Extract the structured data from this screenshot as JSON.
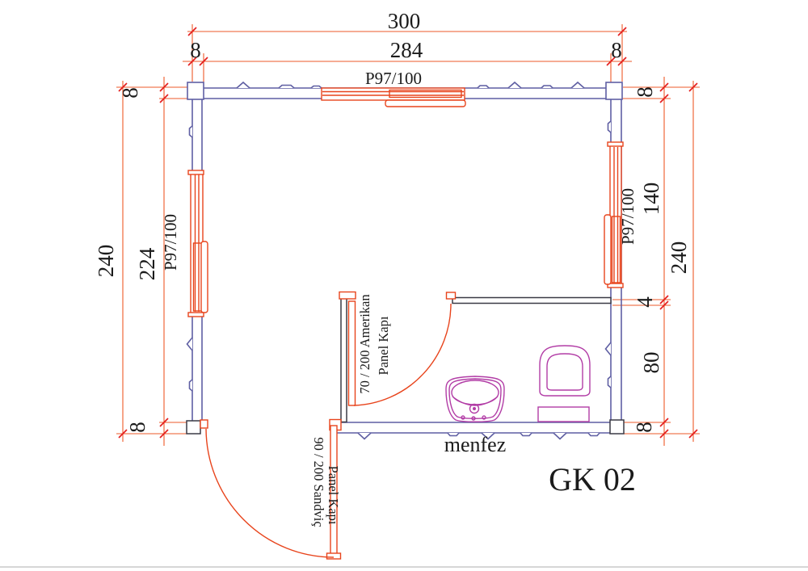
{
  "drawing": {
    "code": "GK 02",
    "vent_label": "menfez"
  },
  "windows": {
    "top": {
      "label": "P97/100"
    },
    "left": {
      "label": "P97/100"
    },
    "right": {
      "label": "P97/100"
    }
  },
  "doors": {
    "interior": {
      "line1": "70 / 200 Amerikan",
      "line2": "Panel Kapı"
    },
    "exterior": {
      "line1": "90 / 200 Sandviç",
      "line2": "Panel Kapı"
    }
  },
  "dimensions": {
    "top": {
      "overall": "300",
      "left_wall": "8",
      "clear_span": "284",
      "right_wall": "8"
    },
    "left": {
      "overall": "240",
      "top_wall": "8",
      "clear_span": "224",
      "bottom_wall": "8"
    },
    "right": {
      "overall": "240",
      "top_wall": "8",
      "main_room": "140",
      "partition": "4",
      "bathroom": "80",
      "bottom_wall": "8"
    }
  },
  "colors": {
    "wall": "#5f5fa3",
    "partition": "#3a3a45",
    "dimension_line": "#ee5a28",
    "tick": "#e41e1e",
    "opening": "#e8441c",
    "fixture": "#b23da6",
    "text": "#1b1b1b",
    "background": "#ffffff"
  }
}
